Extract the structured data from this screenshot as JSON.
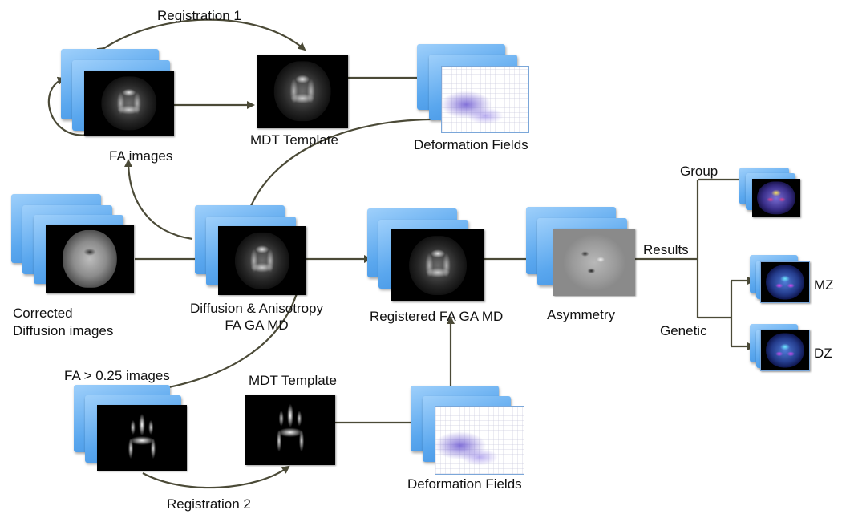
{
  "labels": {
    "registration1": "Registration 1",
    "fa_images": "FA images",
    "mdt_template_top": "MDT Template",
    "deformation_fields_top": "Deformation Fields",
    "corrected_line1": "Corrected",
    "corrected_line2": "Diffusion images",
    "diffusion_line1": "Diffusion & Anisotropy",
    "diffusion_line2": "FA GA MD",
    "registered": "Registered FA GA MD",
    "asymmetry": "Asymmetry",
    "results": "Results",
    "group": "Group",
    "genetic": "Genetic",
    "mz": "MZ",
    "dz": "DZ",
    "fa_025": "FA > 0.25  images",
    "mdt_template_bottom": "MDT Template",
    "deformation_fields_bottom": "Deformation Fields",
    "registration2": "Registration 2"
  },
  "colors": {
    "arrow": "#4b4a37",
    "card": "#5aa7ee"
  }
}
